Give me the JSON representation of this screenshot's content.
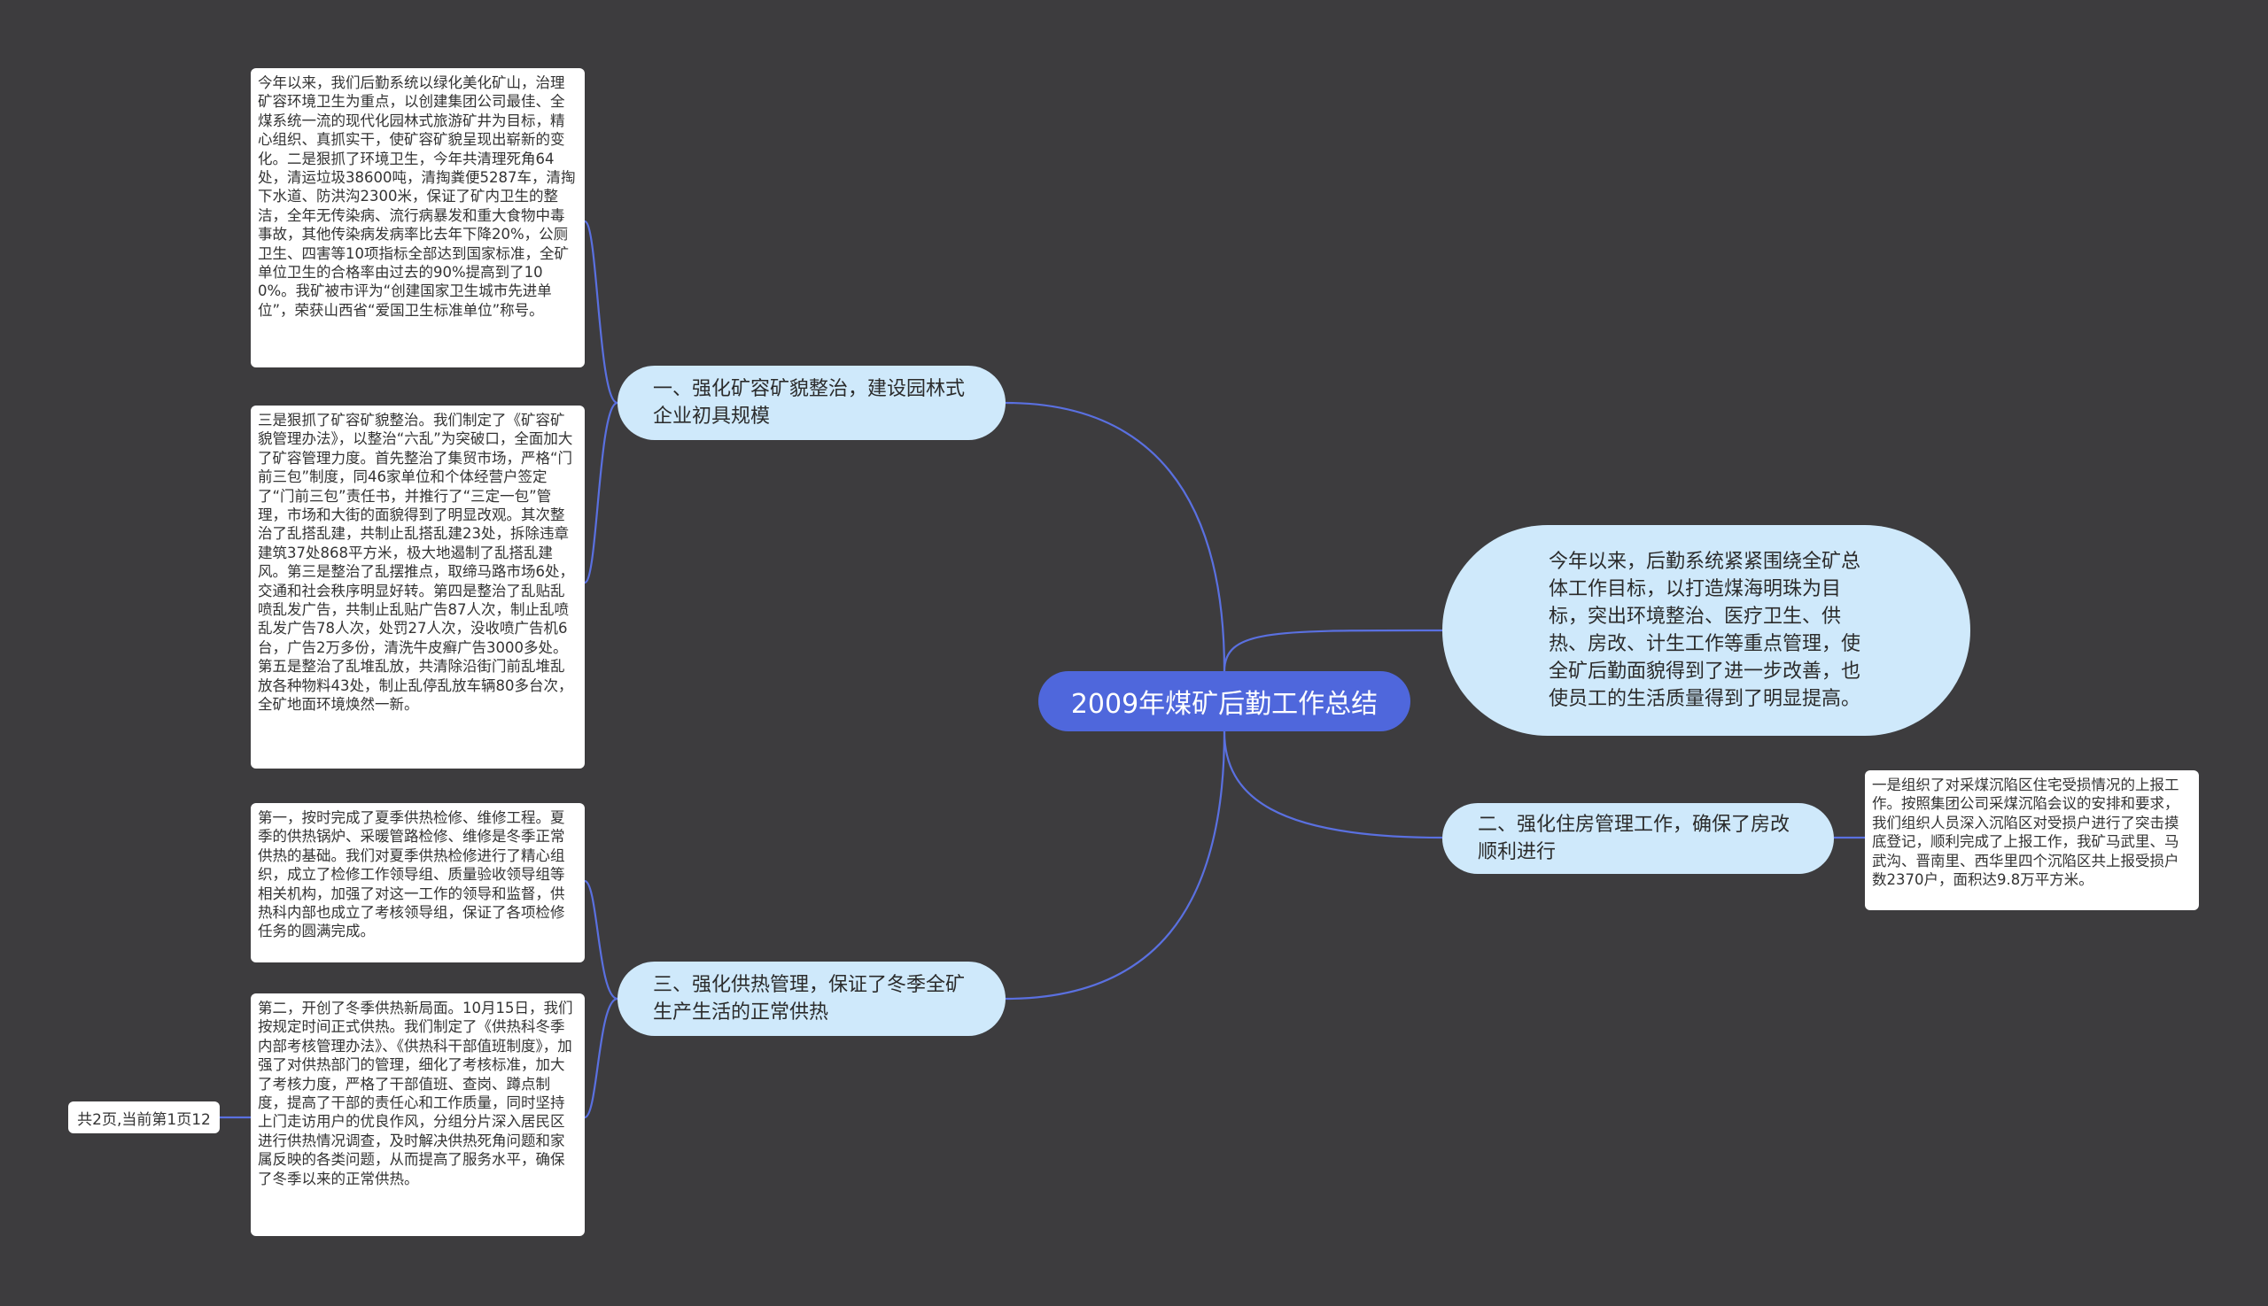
{
  "root": {
    "label": "2009年煤矿后勤工作总结"
  },
  "summary": {
    "text": "今年以来，后勤系统紧紧围绕全矿总体工作目标，以打造煤海明珠为目标，突出环境整治、医疗卫生、供热、房改、计生工作等重点管理，使全矿后勤面貌得到了进一步改善，也使员工的生活质量得到了明显提高。"
  },
  "branches": [
    {
      "label": "一、强化矿容矿貌整治，建设园林式企业初具规模",
      "details": [
        "今年以来，我们后勤系统以绿化美化矿山，治理矿容环境卫生为重点，以创建集团公司最佳、全煤系统一流的现代化园林式旅游矿井为目标，精心组织、真抓实干，使矿容矿貌呈现出崭新的变化。二是狠抓了环境卫生，今年共清理死角64处，清运垃圾38600吨，清掏粪便5287车，清掏下水道、防洪沟2300米，保证了矿内卫生的整洁，全年无传染病、流行病暴发和重大食物中毒事故，其他传染病发病率比去年下降20%，公厕卫生、四害等10项指标全部达到国家标准，全矿单位卫生的合格率由过去的90%提高到了100%。我矿被市评为“创建国家卫生城市先进单位”，荣获山西省“爱国卫生标准单位”称号。",
        "三是狠抓了矿容矿貌整治。我们制定了《矿容矿貌管理办法》，以整治“六乱”为突破口，全面加大了矿容管理力度。首先整治了集贸市场，严格“门前三包”制度，同46家单位和个体经营户签定了“门前三包”责任书，并推行了“三定一包”管理，市场和大街的面貌得到了明显改观。其次整治了乱搭乱建，共制止乱搭乱建23处，拆除违章建筑37处868平方米，极大地遏制了乱搭乱建风。第三是整治了乱摆推点，取缔马路市场6处，交通和社会秩序明显好转。第四是整治了乱贴乱喷乱发广告，共制止乱贴广告87人次，制止乱喷乱发广告78人次，处罚27人次，没收喷广告机6台，广告2万多份，清洗牛皮癣广告3000多处。第五是整治了乱堆乱放，共清除沿街门前乱堆乱放各种物料43处，制止乱停乱放车辆80多台次，全矿地面环境焕然一新。"
      ]
    },
    {
      "label": "二、强化住房管理工作，确保了房改顺利进行",
      "details": [
        "一是组织了对采煤沉陷区住宅受损情况的上报工作。按照集团公司采煤沉陷会议的安排和要求，我们组织人员深入沉陷区对受损户进行了突击摸底登记，顺利完成了上报工作，我矿马武里、马武沟、晋南里、西华里四个沉陷区共上报受损户数2370户，面积达9.8万平方米。"
      ]
    },
    {
      "label": "三、强化供热管理，保证了冬季全矿生产生活的正常供热",
      "details": [
        "第一，按时完成了夏季供热检修、维修工程。夏季的供热锅炉、采暖管路检修、维修是冬季正常供热的基础。我们对夏季供热检修进行了精心组织，成立了检修工作领导组、质量验收领导组等相关机构，加强了对这一工作的领导和监督，供热科内部也成立了考核领导组，保证了各项检修任务的圆满完成。",
        "第二，开创了冬季供热新局面。10月15日，我们按规定时间正式供热。我们制定了《供热科冬季内部考核管理办法》、《供热科干部值班制度》，加强了对供热部门的管理，细化了考核标准，加大了考核力度，严格了干部值班、查岗、蹲点制度，提高了干部的责任心和工作质量，同时坚持上门走访用户的优良作风，分组分片深入居民区进行供热情况调查，及时解决供热死角问题和家属反映的各类问题，从而提高了服务水平，确保了冬季以来的正常供热。"
      ]
    }
  ],
  "pager": {
    "text": "共2页,当前第1页12"
  },
  "colors": {
    "background": "#3d3c3e",
    "root": "#4f67dc",
    "branch": "#cfe9fb",
    "link": "#5a70e0",
    "leaf": "#ffffff"
  }
}
